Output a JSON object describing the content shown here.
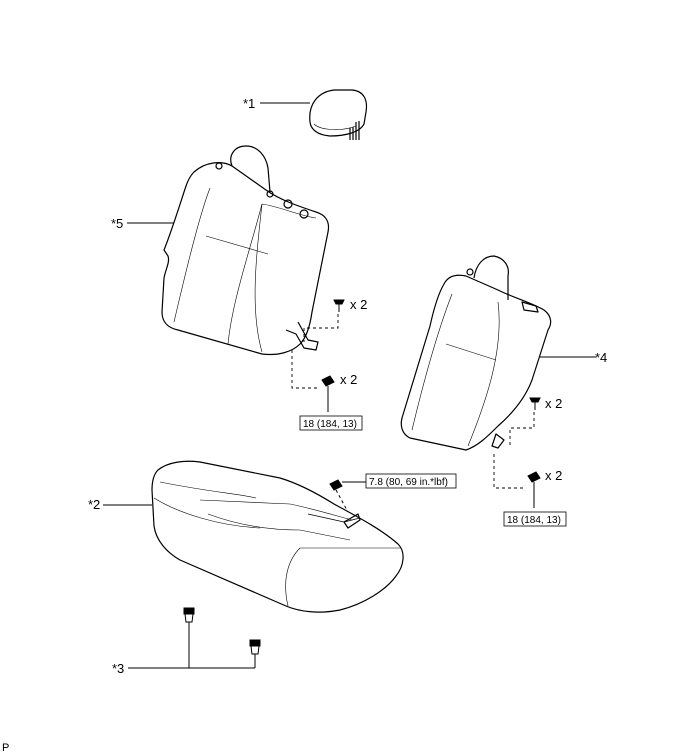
{
  "callouts": {
    "headrest": "*1",
    "seat_cushion": "*2",
    "clip": "*3",
    "seatback_right": "*4",
    "seatback_left": "*5"
  },
  "quantities": {
    "left_bolt_upper": "x 2",
    "left_bolt_lower": "x 2",
    "right_bolt_upper": "x 2",
    "right_bolt_lower": "x 2"
  },
  "torques": {
    "left_seatback": "18 (184, 13)",
    "cushion": "7.8 (80, 69 in.*lbf)",
    "right_seatback": "18 (184, 13)"
  },
  "footer": {
    "code": "P"
  }
}
